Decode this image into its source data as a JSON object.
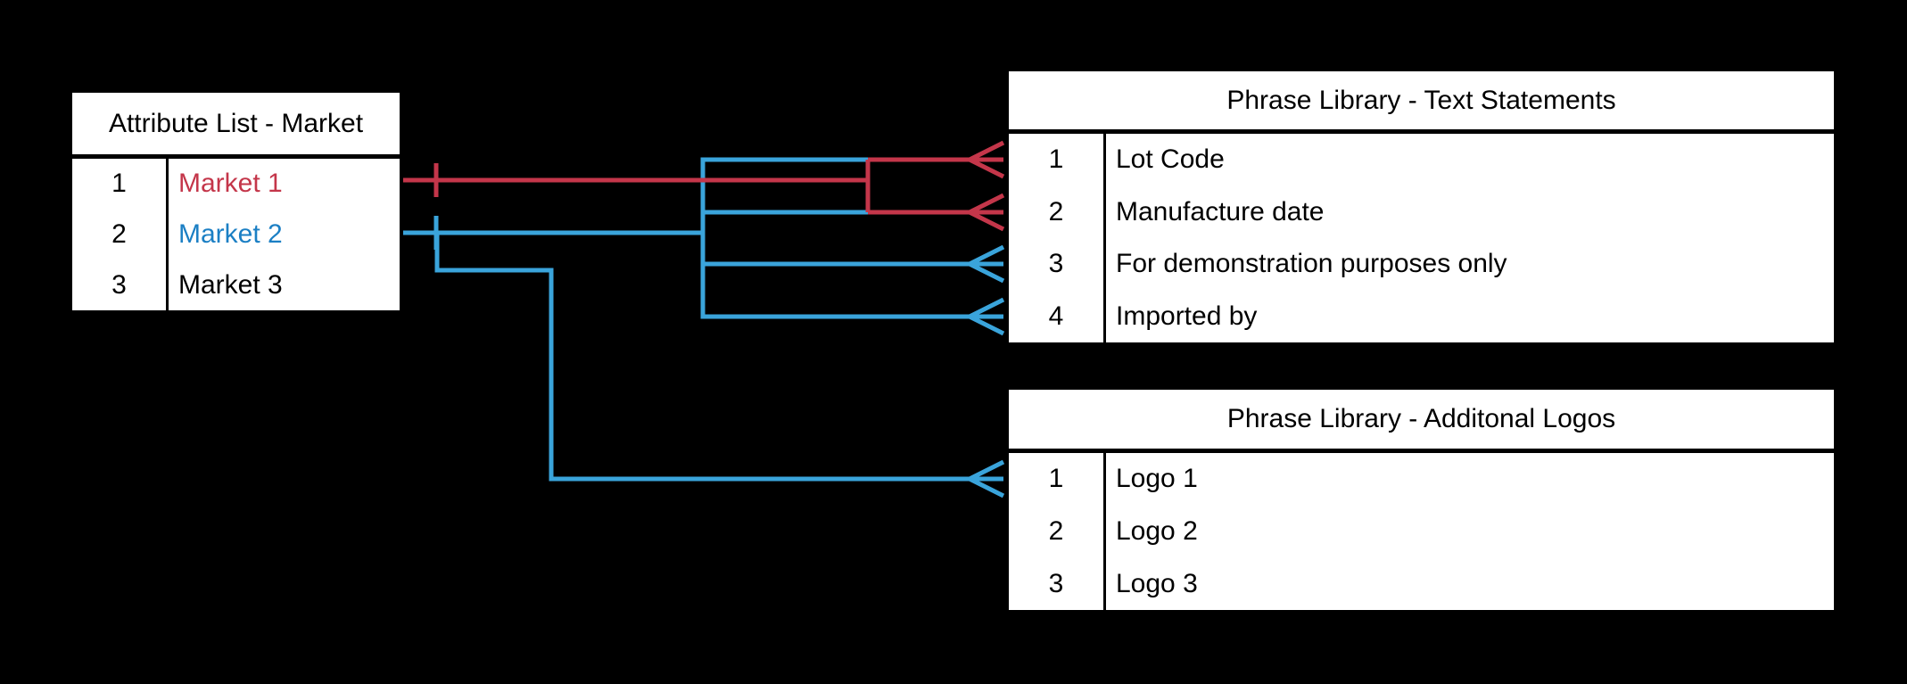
{
  "diagram": {
    "colors": {
      "bg": "#000000",
      "table_bg": "#FFFFFF",
      "border": "#000000",
      "red": "#C4364A",
      "blue": "#3AA4DB",
      "market1_text": "#C4364A",
      "market2_text": "#1B7FC4"
    },
    "tables": {
      "attribute_list": {
        "title": "Attribute List - Market",
        "rows": [
          {
            "num": "1",
            "label": "Market 1"
          },
          {
            "num": "2",
            "label": "Market 2"
          },
          {
            "num": "3",
            "label": "Market 3"
          }
        ]
      },
      "text_statements": {
        "title": "Phrase Library - Text Statements",
        "rows": [
          {
            "num": "1",
            "label": "Lot Code"
          },
          {
            "num": "2",
            "label": "Manufacture date"
          },
          {
            "num": "3",
            "label": "For demonstration purposes only"
          },
          {
            "num": "4",
            "label": "Imported by"
          }
        ]
      },
      "additional_logos": {
        "title": "Phrase Library - Additonal Logos",
        "rows": [
          {
            "num": "1",
            "label": "Logo 1"
          },
          {
            "num": "2",
            "label": "Logo 2"
          },
          {
            "num": "3",
            "label": "Logo 3"
          }
        ]
      }
    },
    "connections": [
      {
        "from": "Market 1",
        "to": "Text Statements 1: Lot Code",
        "color": "red",
        "cardinality": "one-to-many"
      },
      {
        "from": "Market 1",
        "to": "Text Statements 2: Manufacture date",
        "color": "red",
        "cardinality": "one-to-many"
      },
      {
        "from": "Market 2",
        "to": "Text Statements 1: Lot Code",
        "color": "blue",
        "cardinality": "one-to-many"
      },
      {
        "from": "Market 2",
        "to": "Text Statements 2: Manufacture date",
        "color": "blue",
        "cardinality": "one-to-many"
      },
      {
        "from": "Market 2",
        "to": "Text Statements 3: For demonstration purposes only",
        "color": "blue",
        "cardinality": "one-to-many"
      },
      {
        "from": "Market 2",
        "to": "Text Statements 4: Imported by",
        "color": "blue",
        "cardinality": "one-to-many"
      },
      {
        "from": "Market 2",
        "to": "Additonal Logos 1: Logo 1",
        "color": "blue",
        "cardinality": "one-to-many"
      }
    ]
  }
}
